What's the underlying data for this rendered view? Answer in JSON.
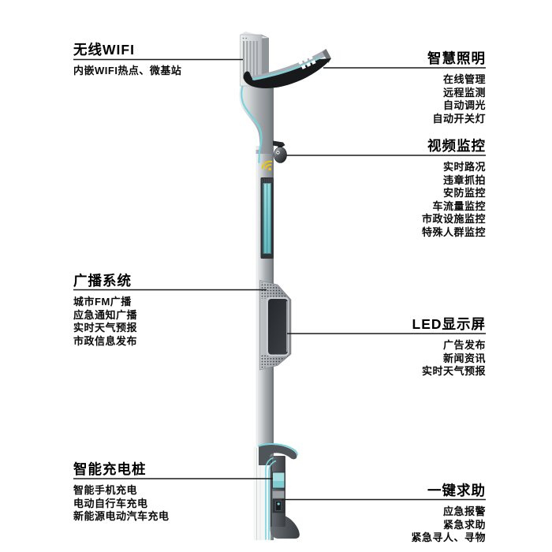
{
  "page": {
    "background": "#ffffff",
    "subject": "智慧路灯功能示意图"
  },
  "colors": {
    "accent_teal": "#7ad3dc",
    "signal_yellow": "#f2c500",
    "connector_line": "#1a1a1a",
    "pole_gray": "#9aa0a5",
    "dark_metal": "#17191b",
    "screen_teal": "#a8dfe0"
  },
  "icons": {
    "wifi_signal": "wifi-signal-icon",
    "camera": "surveillance-camera-icon",
    "lamp": "street-lamp-arm",
    "wifi_box": "wifi-antenna-box",
    "speaker_strip": "speaker-grille-strip",
    "led_screen": "led-display-screen",
    "charging_pile": "charging-pile-unit",
    "sos_button": "sos-help-button"
  },
  "features": {
    "wifi": {
      "title": "无线WIFI",
      "items": [
        "内嵌WIFI热点、微基站"
      ]
    },
    "lighting": {
      "title": "智慧照明",
      "items": [
        "在线管理",
        "远程监测",
        "自动调光",
        "自动开关灯"
      ]
    },
    "cctv": {
      "title": "视频监控",
      "items": [
        "实时路况",
        "违章抓拍",
        "安防监控",
        "车流量监控",
        "市政设施监控",
        "特殊人群监控"
      ]
    },
    "broadcast": {
      "title": "广播系统",
      "items": [
        "城市FM广播",
        "应急通知广播",
        "实时天气预报",
        "市政信息发布"
      ]
    },
    "led": {
      "title": "LED显示屏",
      "items": [
        "广告发布",
        "新闻资讯",
        "实时天气预报"
      ]
    },
    "charging": {
      "title": "智能充电桩",
      "items": [
        "智能手机充电",
        "电动自行车充电",
        "新能源电动汽车充电"
      ]
    },
    "sos": {
      "title": "一键求助",
      "items": [
        "应急报警",
        "紧急求助",
        "紧急寻人、寻物"
      ]
    }
  }
}
